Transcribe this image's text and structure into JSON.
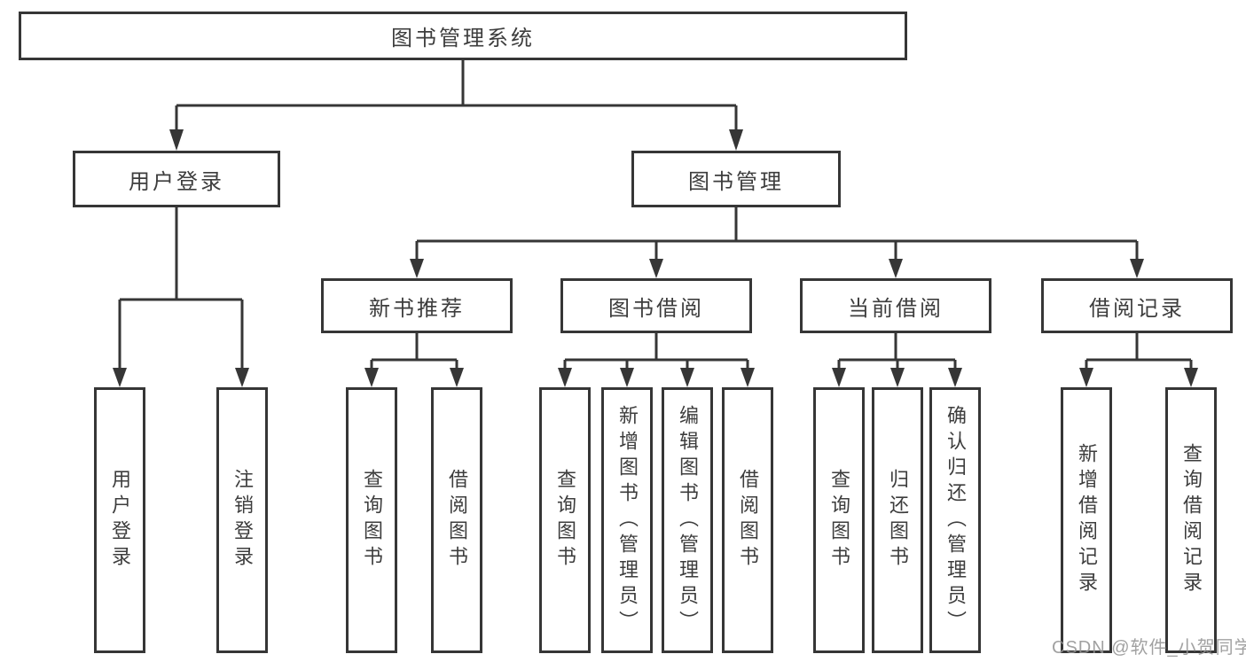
{
  "tree": {
    "root": "图书管理系统",
    "branches": [
      {
        "label": "用户登录",
        "children": [
          {
            "label": "用户登录"
          },
          {
            "label": "注销登录"
          }
        ]
      },
      {
        "label": "图书管理",
        "children": [
          {
            "label": "新书推荐",
            "children": [
              {
                "label": "查询图书"
              },
              {
                "label": "借阅图书"
              }
            ]
          },
          {
            "label": "图书借阅",
            "children": [
              {
                "label": "查询图书"
              },
              {
                "label": "新增图书（管理员）"
              },
              {
                "label": "编辑图书（管理员）"
              },
              {
                "label": "借阅图书"
              }
            ]
          },
          {
            "label": "当前借阅",
            "children": [
              {
                "label": "查询图书"
              },
              {
                "label": "归还图书"
              },
              {
                "label": "确认归还（管理员）"
              }
            ]
          },
          {
            "label": "借阅记录",
            "children": [
              {
                "label": "新增借阅记录"
              },
              {
                "label": "查询借阅记录"
              }
            ]
          }
        ]
      }
    ]
  },
  "watermark": "CSDN @软件_小贺同学",
  "colors": {
    "line": "#363636",
    "text": "#3d3d3d",
    "watermark": "#949494",
    "background": "#ffffff"
  }
}
